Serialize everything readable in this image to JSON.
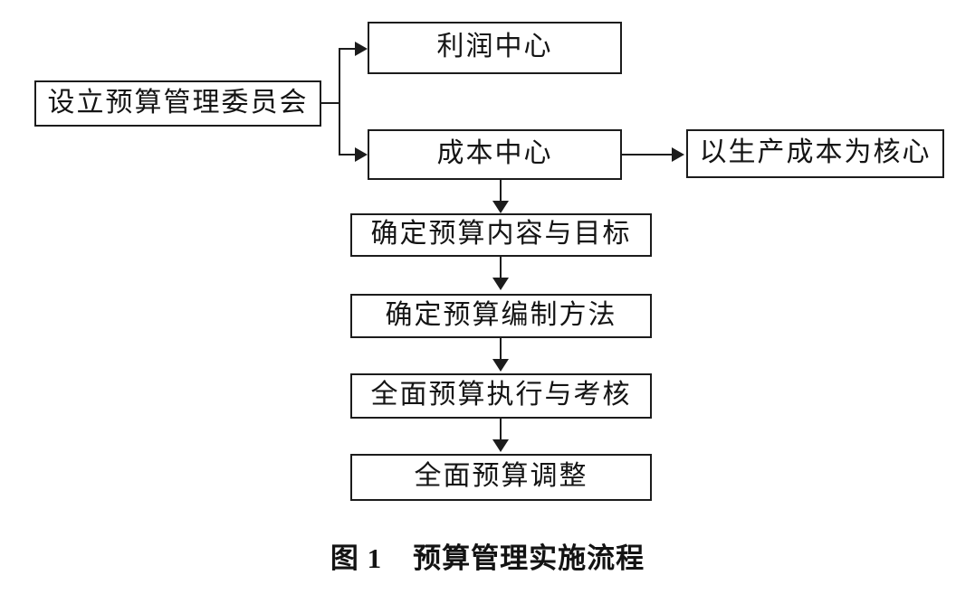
{
  "figure": {
    "caption_prefix": "图 1",
    "caption_title": "预算管理实施流程",
    "type": "flowchart",
    "background_color": "#ffffff",
    "line_color": "#1c1c1c",
    "text_color": "#141414"
  },
  "nodes": {
    "committee": {
      "label": "设立预算管理委员会"
    },
    "profit_center": {
      "label": "利润中心"
    },
    "cost_center": {
      "label": "成本中心"
    },
    "production_core": {
      "label": "以生产成本为核心"
    },
    "budget_content": {
      "label": "确定预算内容与目标"
    },
    "budget_method": {
      "label": "确定预算编制方法"
    },
    "budget_execution": {
      "label": "全面预算执行与考核"
    },
    "budget_adjustment": {
      "label": "全面预算调整"
    }
  },
  "edges": [
    {
      "from": "committee",
      "to": "profit_center",
      "style": "elbow-right-arrow"
    },
    {
      "from": "committee",
      "to": "cost_center",
      "style": "elbow-right-arrow"
    },
    {
      "from": "cost_center",
      "to": "production_core",
      "style": "straight-right-arrow"
    },
    {
      "from": "cost_center",
      "to": "budget_content",
      "style": "straight-down-arrow"
    },
    {
      "from": "budget_content",
      "to": "budget_method",
      "style": "straight-down-arrow"
    },
    {
      "from": "budget_method",
      "to": "budget_execution",
      "style": "straight-down-arrow"
    },
    {
      "from": "budget_execution",
      "to": "budget_adjustment",
      "style": "straight-down-arrow"
    }
  ]
}
